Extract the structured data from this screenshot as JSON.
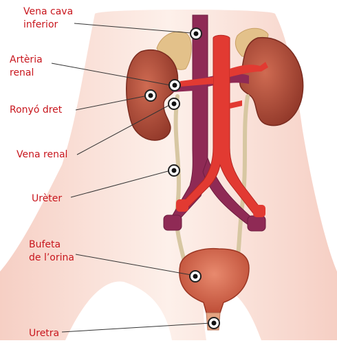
{
  "labels": {
    "vena_cava": "Vena cava\ninferior",
    "arteria_renal": "Artèria\nrenal",
    "ronyo_dret": "Ronyó dret",
    "vena_renal": "Vena renal",
    "ureter": "Urèter",
    "bufeta": "Bufeta\nde l’orina",
    "uretra": "Uretra"
  },
  "colors": {
    "label_text": "#c8161d",
    "vein": "#8f2a55",
    "artery": "#e23a32",
    "kidney": "#b14a37",
    "ureter": "#d7c7a2",
    "skin": "#fbe6df",
    "bladder": "#d9624c"
  }
}
